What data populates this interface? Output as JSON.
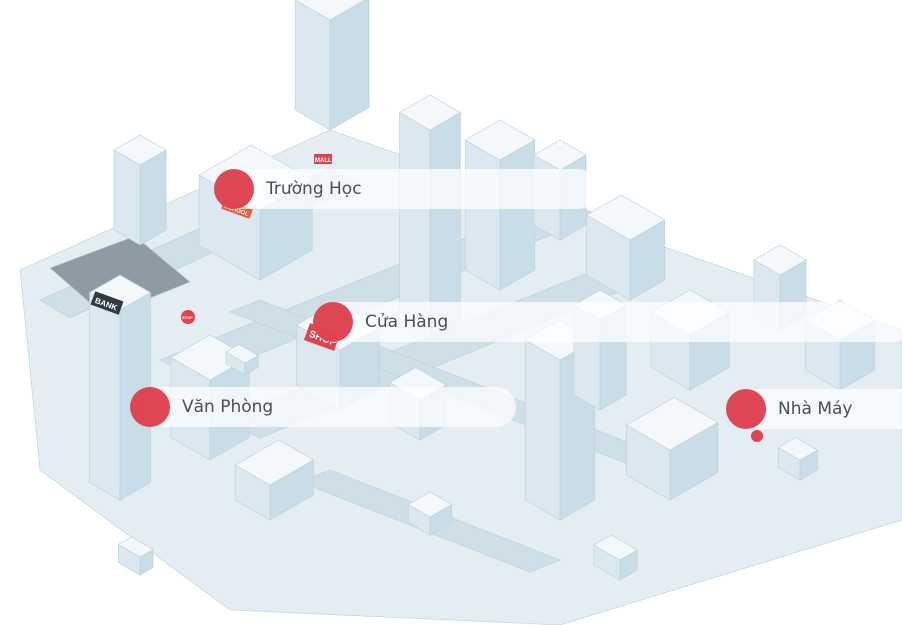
{
  "markers": [
    {
      "label": "Trường Học"
    },
    {
      "label": "Cửa Hàng"
    },
    {
      "label": "Văn Phòng"
    },
    {
      "label": "Nhà Máy"
    }
  ],
  "signs": {
    "bank": "BANK",
    "shop": "SHOP",
    "mall": "MALL",
    "school": "SCHOOL",
    "stop": "STOP"
  },
  "colors": {
    "marker": "#dc2d3c",
    "ground": "#e3edf2",
    "road": "#cfdfe8",
    "building": "#eef4f8",
    "building_side": "#c9dde8"
  }
}
